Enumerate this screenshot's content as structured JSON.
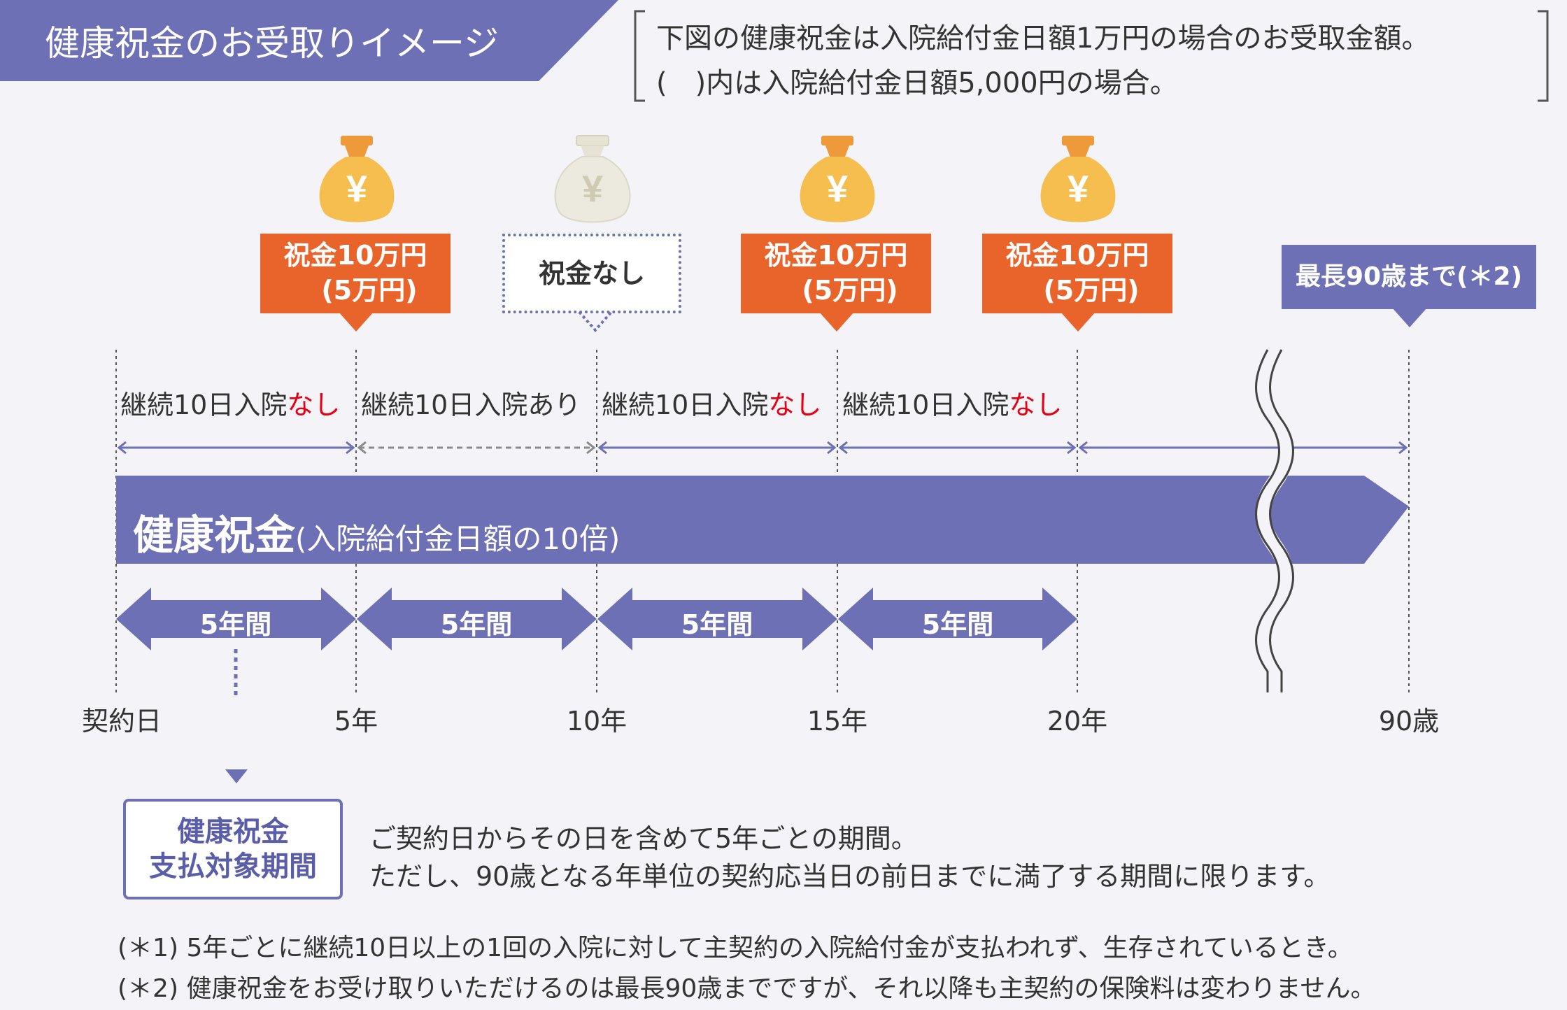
{
  "header": {
    "title": "健康祝金のお受取りイメージ",
    "note_line1": "下図の健康祝金は入院給付金日額1万円の場合のお受取金額。",
    "note_line2": "(　)内は入院給付金日額5,000円の場合。"
  },
  "colors": {
    "purple": "#6d70b4",
    "orange": "#e8642a",
    "gold": "#f6be4f",
    "red": "#e60012"
  },
  "icons": [
    "yen-money-bag-icon",
    "yen-money-bag-icon-faded",
    "yen-money-bag-icon",
    "yen-money-bag-icon"
  ],
  "bubbles": {
    "b1_line1": "祝金10万円",
    "b1_line2": "(5万円)",
    "b2": "祝金なし",
    "b3_line1": "祝金10万円",
    "b3_line2": "(5万円)",
    "b4_line1": "祝金10万円",
    "b4_line2": "(5万円)",
    "max": "最長90歳まで(＊2)"
  },
  "segments": {
    "s1_text": "継続10日入院",
    "s1_red": "なし",
    "s2_text": "継続10日入院あり",
    "s3_text": "継続10日入院",
    "s3_red": "なし",
    "s4_text": "継続10日入院",
    "s4_red": "なし"
  },
  "bar": {
    "title": "健康祝金",
    "subtitle": "(入院給付金日額の10倍)"
  },
  "periods": [
    "5年間",
    "5年間",
    "5年間",
    "5年間"
  ],
  "axis": [
    "契約日",
    "5年",
    "10年",
    "15年",
    "20年",
    "90歳"
  ],
  "legend": {
    "box_line1": "健康祝金",
    "box_line2": "支払対象期間",
    "text1": "ご契約日からその日を含めて5年ごとの期間。",
    "text2": "ただし、90歳となる年単位の契約応当日の前日までに満了する期間に限ります。"
  },
  "footnotes": [
    "(＊1) 5年ごとに継続10日以上の1回の入院に対して主契約の入院給付金が支払われず、生存されているとき。",
    "(＊2) 健康祝金をお受け取りいただけるのは最長90歳までですが、それ以降も主契約の保険料は変わりません。"
  ]
}
